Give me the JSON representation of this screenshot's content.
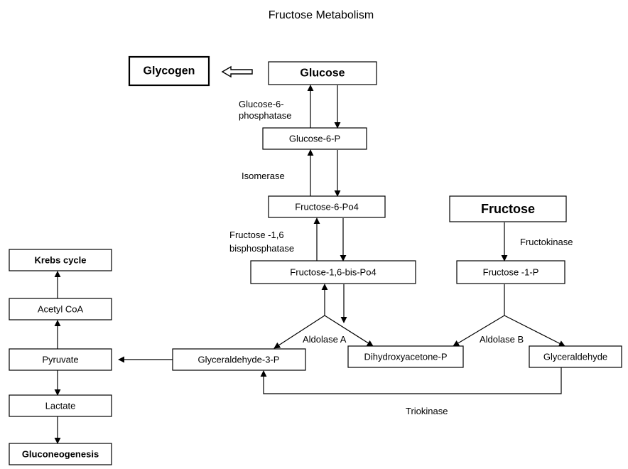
{
  "title": "Fructose Metabolism",
  "nodes": {
    "glycogen": "Glycogen",
    "glucose": "Glucose",
    "glucose_6_p": "Glucose-6-P",
    "fructose_6_po4": "Fructose-6-Po4",
    "fructose_1_6_bis_po4": "Fructose-1,6-bis-Po4",
    "fructose": "Fructose",
    "fructose_1_p": "Fructose -1-P",
    "glyceraldehyde_3_p": "Glyceraldehyde-3-P",
    "dihydroxyacetone_p": "Dihydroxyacetone-P",
    "glyceraldehyde": "Glyceraldehyde",
    "krebs_cycle": "Krebs cycle",
    "acetyl_coa": "Acetyl CoA",
    "pyruvate": "Pyruvate",
    "lactate": "Lactate",
    "gluconeogenesis": "Gluconeogenesis"
  },
  "enzymes": {
    "glucose_6_phosphatase": [
      "Glucose-6-",
      "phosphatase"
    ],
    "isomerase": "Isomerase",
    "fructose_bisphosphatase": [
      "Fructose -1,6",
      "bisphosphatase"
    ],
    "fructokinase": "Fructokinase",
    "aldolase_a": "Aldolase A",
    "aldolase_b": "Aldolase B",
    "triokinase": "Triokinase"
  }
}
